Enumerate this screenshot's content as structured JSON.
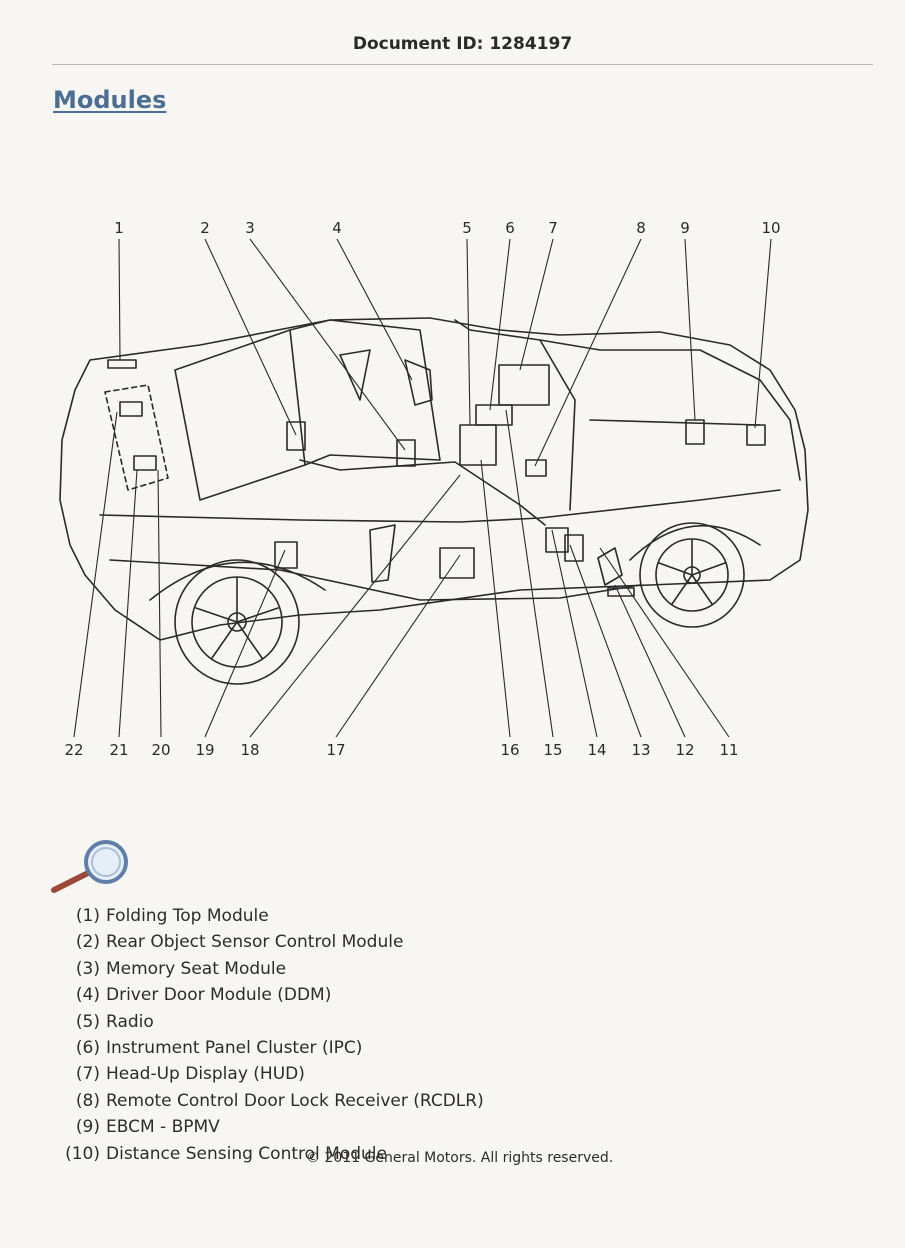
{
  "header": {
    "document_id": "Document ID: 1284197"
  },
  "page": {
    "title": "Modules"
  },
  "diagram": {
    "callouts": [
      {
        "num": "1"
      },
      {
        "num": "2"
      },
      {
        "num": "3"
      },
      {
        "num": "4"
      },
      {
        "num": "5"
      },
      {
        "num": "6"
      },
      {
        "num": "7"
      },
      {
        "num": "8"
      },
      {
        "num": "9"
      },
      {
        "num": "10"
      },
      {
        "num": "11"
      },
      {
        "num": "12"
      },
      {
        "num": "13"
      },
      {
        "num": "14"
      },
      {
        "num": "15"
      },
      {
        "num": "16"
      },
      {
        "num": "17"
      },
      {
        "num": "18"
      },
      {
        "num": "19"
      },
      {
        "num": "20"
      },
      {
        "num": "21"
      },
      {
        "num": "22"
      }
    ]
  },
  "legend": {
    "items": [
      {
        "num": "(1)",
        "label": "Folding Top Module"
      },
      {
        "num": "(2)",
        "label": "Rear Object Sensor Control Module"
      },
      {
        "num": "(3)",
        "label": "Memory Seat Module"
      },
      {
        "num": "(4)",
        "label": "Driver Door Module (DDM)"
      },
      {
        "num": "(5)",
        "label": "Radio"
      },
      {
        "num": "(6)",
        "label": "Instrument Panel Cluster (IPC)"
      },
      {
        "num": "(7)",
        "label": "Head-Up Display (HUD)"
      },
      {
        "num": "(8)",
        "label": "Remote Control Door Lock Receiver (RCDLR)"
      },
      {
        "num": "(9)",
        "label": "EBCM - BPMV"
      },
      {
        "num": "(10)",
        "label": "Distance Sensing Control Module"
      }
    ]
  },
  "footer": {
    "copyright": "© 2011 General Motors.  All rights reserved."
  },
  "colors": {
    "title": "#4d6e94",
    "magnifier_lens": "#5f7fa8",
    "magnifier_handle": "#9a4a36"
  }
}
